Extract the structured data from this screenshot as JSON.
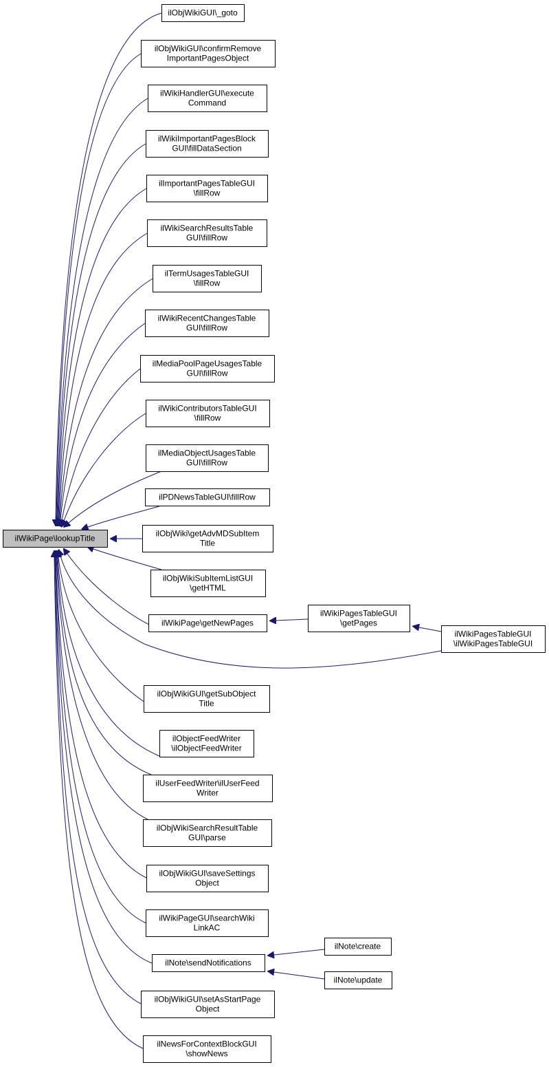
{
  "graph": {
    "root": {
      "id": "root",
      "lines": [
        "ilWikiPage\\lookupTitle"
      ]
    },
    "nodes": [
      {
        "id": "goto",
        "lines": [
          "ilObjWikiGUI\\_goto"
        ]
      },
      {
        "id": "confirmRemove",
        "lines": [
          "ilObjWikiGUI\\confirmRemove",
          "ImportantPagesObject"
        ]
      },
      {
        "id": "executeCommand",
        "lines": [
          "ilWikiHandlerGUI\\execute",
          "Command"
        ]
      },
      {
        "id": "importantBlock",
        "lines": [
          "ilWikiImportantPagesBlock",
          "GUI\\fillDataSection"
        ]
      },
      {
        "id": "importantTable",
        "lines": [
          "ilImportantPagesTableGUI",
          "\\fillRow"
        ]
      },
      {
        "id": "searchResultsTable",
        "lines": [
          "ilWikiSearchResultsTable",
          "GUI\\fillRow"
        ]
      },
      {
        "id": "termUsages",
        "lines": [
          "ilTermUsagesTableGUI",
          "\\fillRow"
        ]
      },
      {
        "id": "recentChanges",
        "lines": [
          "ilWikiRecentChangesTable",
          "GUI\\fillRow"
        ]
      },
      {
        "id": "mediaPoolUsages",
        "lines": [
          "ilMediaPoolPageUsagesTable",
          "GUI\\fillRow"
        ]
      },
      {
        "id": "contributors",
        "lines": [
          "ilWikiContributorsTableGUI",
          "\\fillRow"
        ]
      },
      {
        "id": "mediaObjectUsages",
        "lines": [
          "ilMediaObjectUsagesTable",
          "GUI\\fillRow"
        ]
      },
      {
        "id": "pdNews",
        "lines": [
          "ilPDNewsTableGUI\\fillRow"
        ]
      },
      {
        "id": "advMD",
        "lines": [
          "ilObjWiki\\getAdvMDSubItem",
          "Title"
        ]
      },
      {
        "id": "subItemList",
        "lines": [
          "ilObjWikiSubItemListGUI",
          "\\getHTML"
        ]
      },
      {
        "id": "getNewPages",
        "lines": [
          "ilWikiPage\\getNewPages"
        ]
      },
      {
        "id": "getPages",
        "lines": [
          "ilWikiPagesTableGUI",
          "\\getPages"
        ]
      },
      {
        "id": "pagesCtor",
        "lines": [
          "ilWikiPagesTableGUI",
          "\\ilWikiPagesTableGUI"
        ]
      },
      {
        "id": "getSubObjectTitle",
        "lines": [
          "ilObjWikiGUI\\getSubObject",
          "Title"
        ]
      },
      {
        "id": "objectFeedWriter",
        "lines": [
          "ilObjectFeedWriter",
          "\\ilObjectFeedWriter"
        ]
      },
      {
        "id": "userFeedWriter",
        "lines": [
          "ilUserFeedWriter\\ilUserFeed",
          "Writer"
        ]
      },
      {
        "id": "searchResultParse",
        "lines": [
          "ilObjWikiSearchResultTable",
          "GUI\\parse"
        ]
      },
      {
        "id": "saveSettings",
        "lines": [
          "ilObjWikiGUI\\saveSettings",
          "Object"
        ]
      },
      {
        "id": "searchWikiLink",
        "lines": [
          "ilWikiPageGUI\\searchWiki",
          "LinkAC"
        ]
      },
      {
        "id": "sendNotifications",
        "lines": [
          "ilNote\\sendNotifications"
        ]
      },
      {
        "id": "noteCreate",
        "lines": [
          "ilNote\\create"
        ]
      },
      {
        "id": "noteUpdate",
        "lines": [
          "ilNote\\update"
        ]
      },
      {
        "id": "setAsStartPage",
        "lines": [
          "ilObjWikiGUI\\setAsStartPage",
          "Object"
        ]
      },
      {
        "id": "showNews",
        "lines": [
          "ilNewsForContextBlockGUI",
          "\\showNews"
        ]
      }
    ],
    "edges": [
      {
        "from": "goto",
        "to": "root"
      },
      {
        "from": "confirmRemove",
        "to": "root"
      },
      {
        "from": "executeCommand",
        "to": "root"
      },
      {
        "from": "importantBlock",
        "to": "root"
      },
      {
        "from": "importantTable",
        "to": "root"
      },
      {
        "from": "searchResultsTable",
        "to": "root"
      },
      {
        "from": "termUsages",
        "to": "root"
      },
      {
        "from": "recentChanges",
        "to": "root"
      },
      {
        "from": "mediaPoolUsages",
        "to": "root"
      },
      {
        "from": "contributors",
        "to": "root"
      },
      {
        "from": "mediaObjectUsages",
        "to": "root"
      },
      {
        "from": "pdNews",
        "to": "root"
      },
      {
        "from": "advMD",
        "to": "root"
      },
      {
        "from": "subItemList",
        "to": "root"
      },
      {
        "from": "getNewPages",
        "to": "root"
      },
      {
        "from": "pagesCtor",
        "to": "root"
      },
      {
        "from": "getSubObjectTitle",
        "to": "root"
      },
      {
        "from": "objectFeedWriter",
        "to": "root"
      },
      {
        "from": "userFeedWriter",
        "to": "root"
      },
      {
        "from": "searchResultParse",
        "to": "root"
      },
      {
        "from": "saveSettings",
        "to": "root"
      },
      {
        "from": "searchWikiLink",
        "to": "root"
      },
      {
        "from": "sendNotifications",
        "to": "root"
      },
      {
        "from": "setAsStartPage",
        "to": "root"
      },
      {
        "from": "showNews",
        "to": "root"
      },
      {
        "from": "getPages",
        "to": "getNewPages"
      },
      {
        "from": "pagesCtor",
        "to": "getPages"
      },
      {
        "from": "noteCreate",
        "to": "sendNotifications"
      },
      {
        "from": "noteUpdate",
        "to": "sendNotifications"
      }
    ],
    "colors": {
      "edge": "#191970",
      "node_border": "#000000",
      "node_fill": "#ffffff",
      "root_fill": "#bfbfbf"
    }
  }
}
